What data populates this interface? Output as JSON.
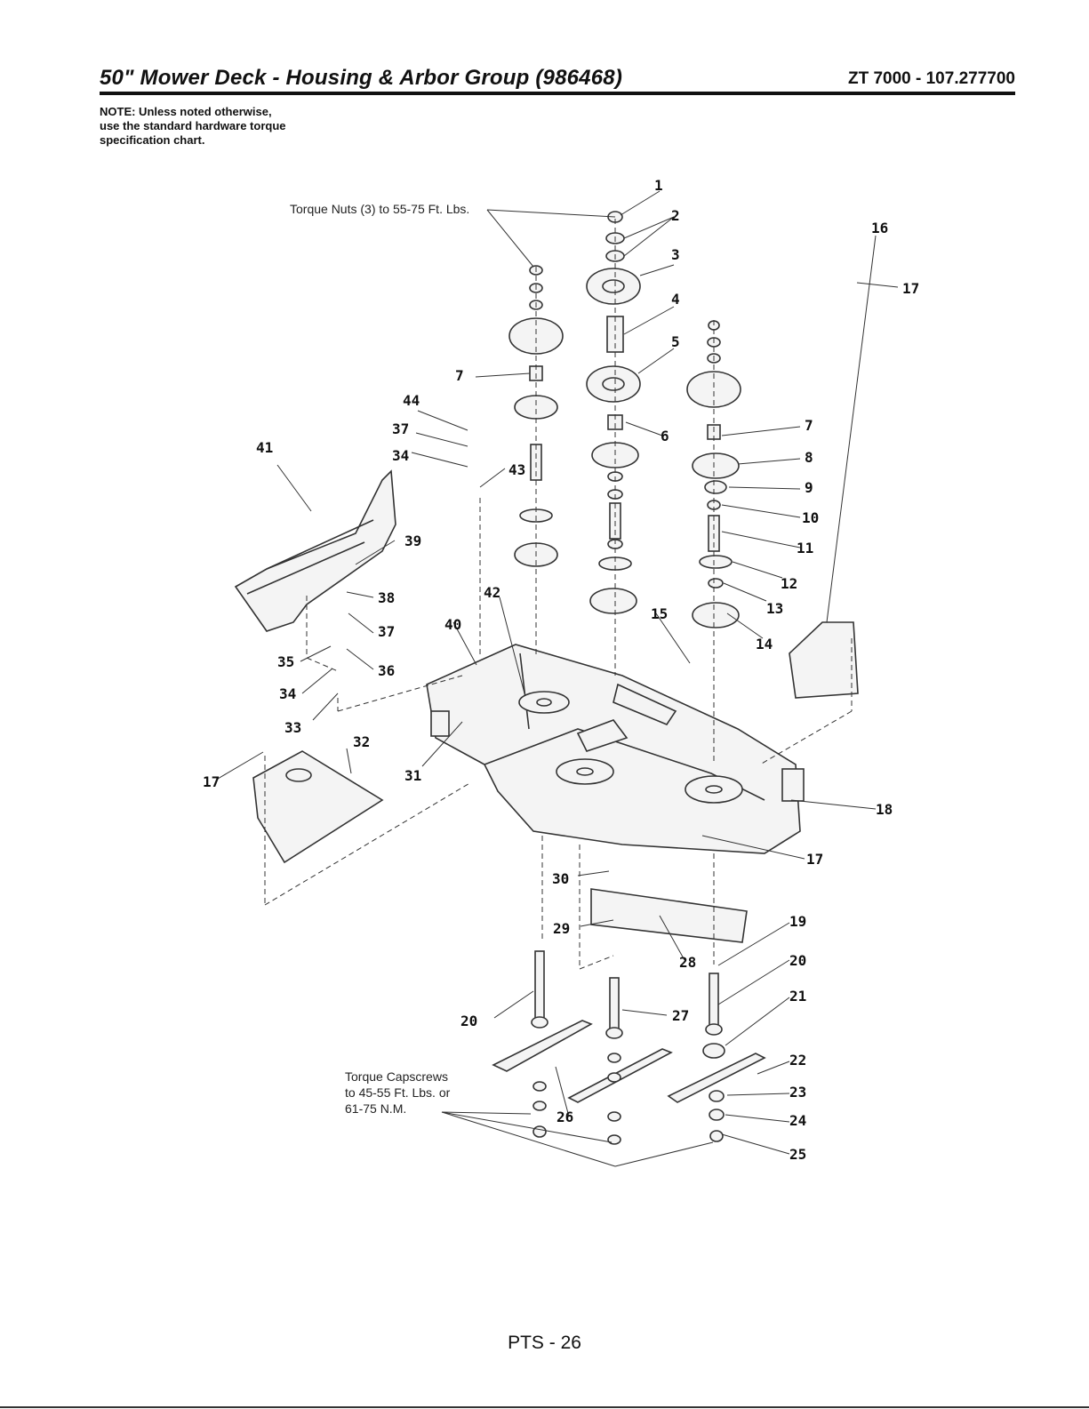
{
  "header": {
    "title": "50\" Mower Deck - Housing & Arbor Group (986468)",
    "model": "ZT 7000 - 107.277700"
  },
  "note": "NOTE: Unless noted otherwise,\nuse the standard hardware torque\nspecification chart.",
  "torque_notes": {
    "nuts": "Torque Nuts (3) to 55-75 Ft. Lbs.",
    "capscrews": [
      "Torque Capscrews",
      "to 45-55 Ft. Lbs. or",
      "61-75 N.M."
    ]
  },
  "callouts": [
    "1",
    "2",
    "3",
    "4",
    "5",
    "6",
    "7",
    "8",
    "9",
    "10",
    "11",
    "12",
    "13",
    "14",
    "15",
    "16",
    "17",
    "18",
    "19",
    "20",
    "21",
    "22",
    "23",
    "24",
    "25",
    "26",
    "27",
    "28",
    "29",
    "30",
    "31",
    "32",
    "33",
    "34",
    "35",
    "36",
    "37",
    "38",
    "39",
    "40",
    "41",
    "42",
    "43",
    "44"
  ],
  "footer": "PTS - 26",
  "colors": {
    "ink": "#111111",
    "line": "#333333",
    "fill": "#f4f4f4"
  }
}
